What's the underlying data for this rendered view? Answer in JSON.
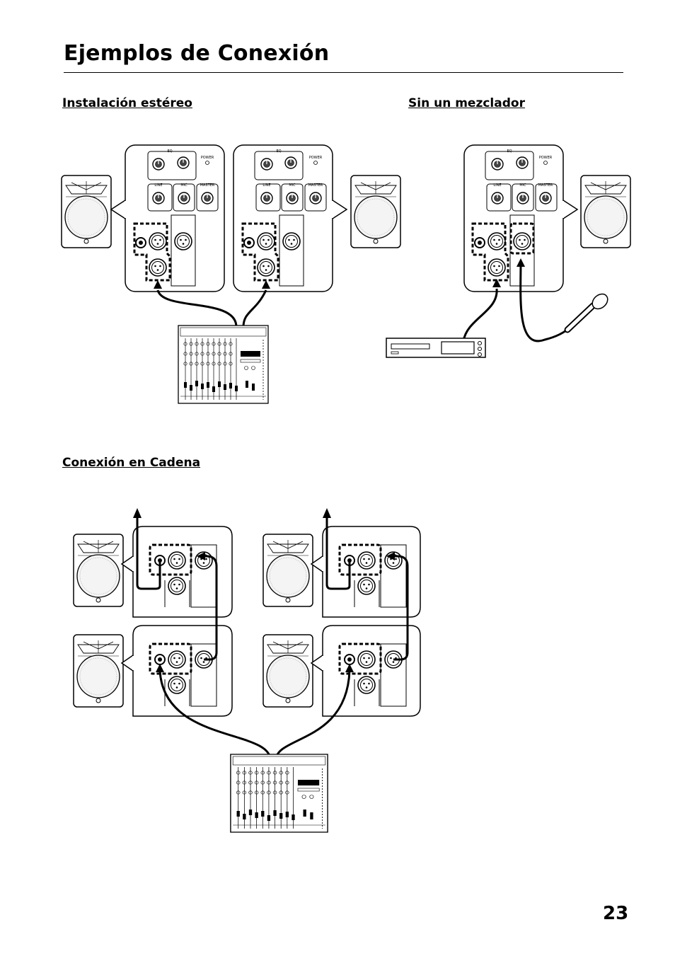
{
  "title": "Ejemplos de Conexión",
  "sections": {
    "stereo": "Instalación estéreo",
    "no_mixer": "Sin un mezclador",
    "chain": "Conexión en Cadena"
  },
  "page_number": "23",
  "panel_labels": {
    "eq": "EQ",
    "power": "POWER",
    "line": "LINE",
    "mic": "MIC",
    "master": "MASTER"
  },
  "icons": [
    "speaker-icon",
    "speaker-panel-icon",
    "mixer-icon",
    "cd-player-icon",
    "microphone-icon",
    "cable-icon",
    "arrow-up-icon"
  ]
}
